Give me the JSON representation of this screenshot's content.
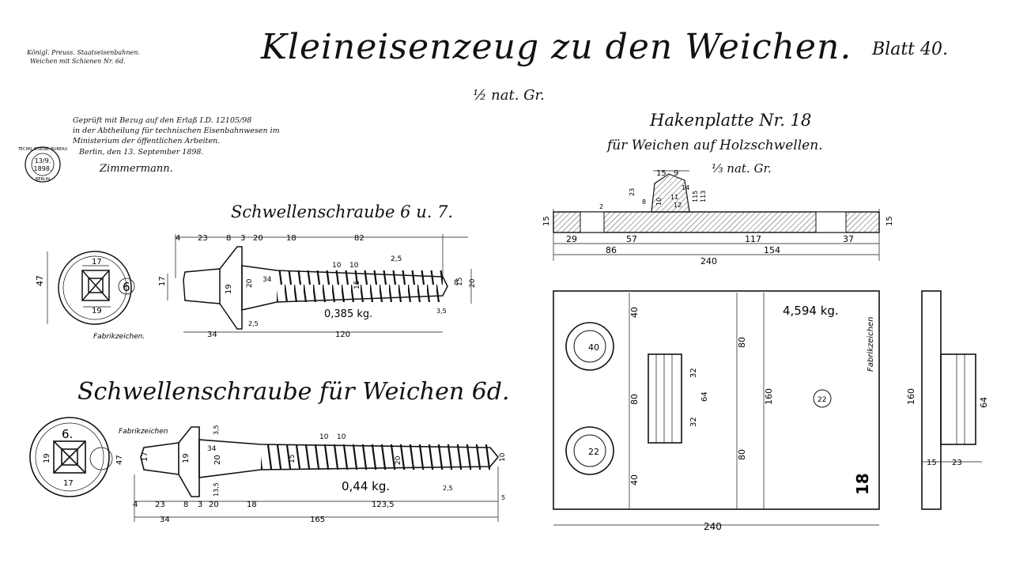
{
  "header": {
    "title": "Kleineisenzeug zu den Weichen.",
    "sheet": "Blatt 40.",
    "scale": "½ nat. Gr.",
    "rail_lines": [
      "Königl. Preuss. Staatseisenbahnen.",
      "Weichen mit Schienen Nr. 6d."
    ]
  },
  "approval": {
    "lines": [
      "Geprüft mit Bezug auf den Erlaß I.D. 12105/98",
      "in der Abtheilung für technischen Eisenbahnwesen im",
      "Ministerium der öffentlichen Arbeiten.",
      "Berlin, den 13. September 1898."
    ],
    "signature": "Zimmermann.",
    "stamp": {
      "top": "TECHN. EISENB. BUREAU",
      "date": "13/9.",
      "year": "1898.",
      "bottom": "BERLIN"
    }
  },
  "screw_6_7": {
    "title": "Schwellenschraube 6 u. 7.",
    "weight": "0,385 kg.",
    "mark_label": "Fabrikzeichen.",
    "head_number": "6",
    "dims": {
      "head_dia": "47",
      "square": "17",
      "square_low": "19",
      "top_chain": [
        "4",
        "23",
        "8",
        "3",
        "20",
        "18",
        "82"
      ],
      "pitch": [
        "10",
        "10"
      ],
      "pitch_detail": "2,5",
      "shank": "17",
      "collar": "19",
      "neck": "20",
      "thread_root": "34",
      "core": "15",
      "right_dims": [
        "8",
        "15",
        "20"
      ],
      "tip": "3,5",
      "fillet": "2,5",
      "bottom": [
        "34",
        "120"
      ]
    }
  },
  "screw_6d": {
    "title": "Schwellenschraube für Weichen 6d.",
    "weight": "0,44 kg.",
    "mark_label": "Fabrikzeichen",
    "head_number": "6.",
    "dims": {
      "head_dia": "47",
      "square": "19",
      "square_low": "17",
      "shank": "17",
      "collar": "19",
      "neck": "20",
      "collar_top": "3,5",
      "collar_bottom": "13,5",
      "thread_root": "34",
      "core_a": "15",
      "core_b": "20",
      "pitch": [
        "10",
        "10"
      ],
      "pitch_detail": "2,5",
      "tip": "10",
      "tip_end": "5",
      "chain": [
        "4",
        "23",
        "8",
        "3",
        "20",
        "18",
        "123,5"
      ],
      "bottom": [
        "34",
        "165"
      ]
    }
  },
  "hook_plate": {
    "title": "Hakenplatte Nr. 18",
    "subtitle": "für Weichen auf Holzschwellen.",
    "scale": "⅓ nat. Gr.",
    "weight": "4,594 kg.",
    "plate_number": "18",
    "mark_label": "Fabrikzeichen",
    "section_dims": {
      "thickness": "15",
      "top_small": "2",
      "hook": [
        "15",
        "9"
      ],
      "hook_vals": [
        "23",
        "8",
        "10",
        "14",
        "11",
        "12",
        "115",
        "113"
      ],
      "chain": [
        "29",
        "57",
        "117",
        "37"
      ],
      "chain2": [
        "86",
        "154"
      ],
      "total": "240"
    },
    "plan_dims": {
      "hole_a": "40",
      "hole_b": "22",
      "left": [
        "40",
        "80",
        "40"
      ],
      "mid": [
        "80",
        "160",
        "80"
      ],
      "slot": [
        "32",
        "64",
        "32"
      ],
      "center_hole": "22",
      "total": "240"
    },
    "side_dims": {
      "height": "160",
      "thick": "15",
      "hook": "23",
      "hook_h": "64"
    }
  }
}
